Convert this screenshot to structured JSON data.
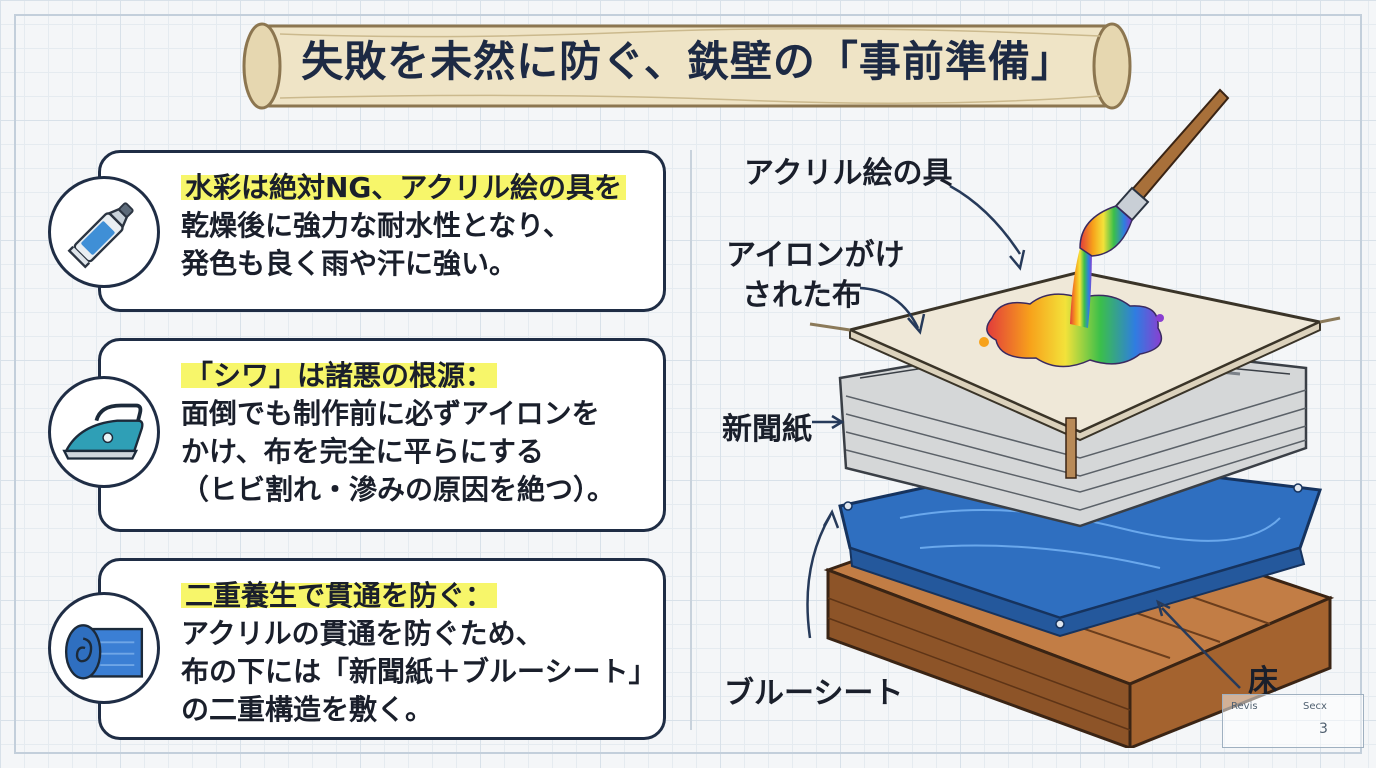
{
  "title": "失敗を未然に防ぐ、鉄壁の「事前準備」",
  "cards": [
    {
      "heading": "水彩は絶対NG、アクリル絵の具を",
      "lines": [
        "乾燥後に強力な耐水性となり、",
        "発色も良く雨や汗に強い。"
      ],
      "icon": "paint-tube-icon"
    },
    {
      "heading": "「シワ」は諸悪の根源：",
      "lines": [
        "面倒でも制作前に必ずアイロンを",
        "かけ、布を完全に平らにする",
        "（ヒビ割れ・滲みの原因を絶つ）。"
      ],
      "icon": "iron-icon"
    },
    {
      "heading": "二重養生で貫通を防ぐ：",
      "lines": [
        "アクリルの貫通を防ぐため、",
        "布の下には「新聞紙＋ブルーシート」",
        "の二重構造を敷く。"
      ],
      "icon": "blue-sheet-roll-icon"
    }
  ],
  "diagram": {
    "labels": {
      "paint": "アクリル絵の具",
      "cloth_line1": "アイロンがけ",
      "cloth_line2": "された布",
      "newspaper": "新聞紙",
      "bluesheet": "ブルーシート",
      "floor": "床"
    }
  },
  "stamp": {
    "left": "Revis",
    "right": "Secx",
    "number": "3"
  },
  "colors": {
    "highlight": "#f7f66a",
    "navy": "#1f2d45",
    "tarp": "#2f6fc0",
    "wood": "#b06a36"
  }
}
